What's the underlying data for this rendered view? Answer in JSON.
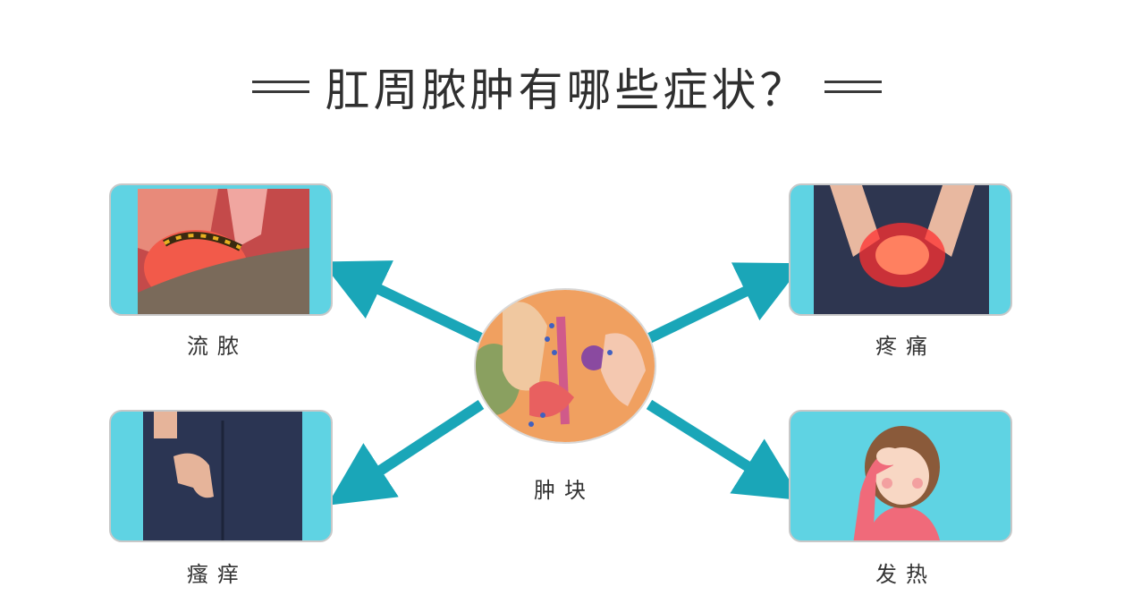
{
  "title": "肛周脓肿有哪些症状？",
  "center": {
    "label": "肿块"
  },
  "symptoms": {
    "top_left": "流脓",
    "top_right": "疼痛",
    "bottom_left": "瘙痒",
    "bottom_right": "发热"
  },
  "colors": {
    "card": "#5fd3e3",
    "arrow": "#1aa6b8"
  }
}
